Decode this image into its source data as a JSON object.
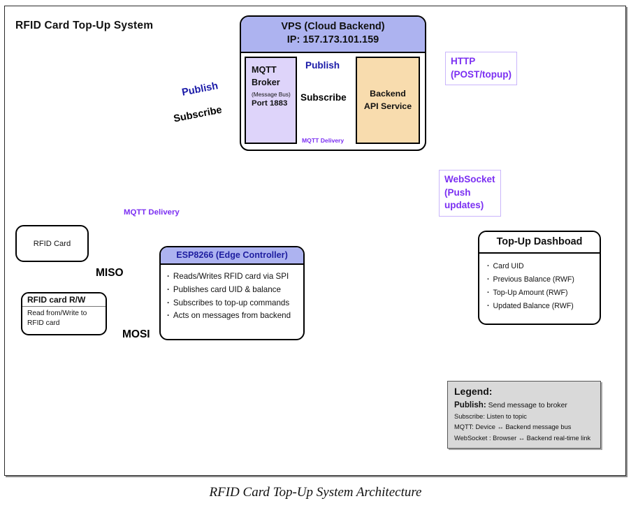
{
  "diagram": {
    "title": "RFID Card Top-Up System",
    "caption": "RFID Card Top-Up System Architecture"
  },
  "nodes": {
    "vps": {
      "title": "VPS (Cloud Backend)",
      "ip": "IP: 157.173.101.159",
      "mqtt_broker": {
        "line1": "MQTT",
        "line2": "Broker",
        "subtitle": "(Message Bus)",
        "port": "Port 1883"
      },
      "backend_api": {
        "line1": "Backend",
        "line2": "API Service"
      }
    },
    "esp": {
      "title": "ESP8266 (Edge Controller)",
      "bullets": [
        "Reads/Writes RFID card via SPI",
        "Publishes card UID & balance",
        "Subscribes to top-up commands",
        "Acts on messages from backend"
      ]
    },
    "dashboard": {
      "title": "Top-Up Dashboad",
      "bullets": [
        "Card UID",
        "Previous Balance (RWF)",
        "Top-Up Amount (RWF)",
        "Updated Balance (RWF)"
      ]
    },
    "rfid_card": {
      "label": "RFID Card"
    },
    "rfid_rw": {
      "title": "RFID card R/W",
      "line1": "Read from/Write to",
      "line2": "RFID card"
    }
  },
  "flows": {
    "publish_in": "Publish",
    "subscribe_in": "Subscribe",
    "publish_vps": "Publish",
    "subscribe_vps": "Subscribe",
    "mqtt_delivery_vps": "MQTT Delivery",
    "mqtt_delivery_esp": "MQTT Delivery",
    "miso": "MISO",
    "mosi": "MOSI",
    "http": "HTTP\n(POST/topup)",
    "websocket": "WebSocket\n(Push\nupdates)"
  },
  "legend": {
    "title": "Legend:",
    "rows": [
      "Publish: Send message to broker",
      "Subscribe: Listen to topic",
      "MQTT: Device ↔ Backend message bus",
      "WebSocket : Browser ↔ Backend real-time link"
    ],
    "publish_term": "Publish:",
    "publish_desc": " Send message to broker"
  },
  "colors": {
    "vps_header": "#adb3f0",
    "mqtt_broker": "#ded4fa",
    "backend_api": "#f8dcae",
    "esp_header": "#adb3f0",
    "purple": "#7b2ff2",
    "navy": "#1a1aa8",
    "legend_bg": "#d9d9d9"
  }
}
